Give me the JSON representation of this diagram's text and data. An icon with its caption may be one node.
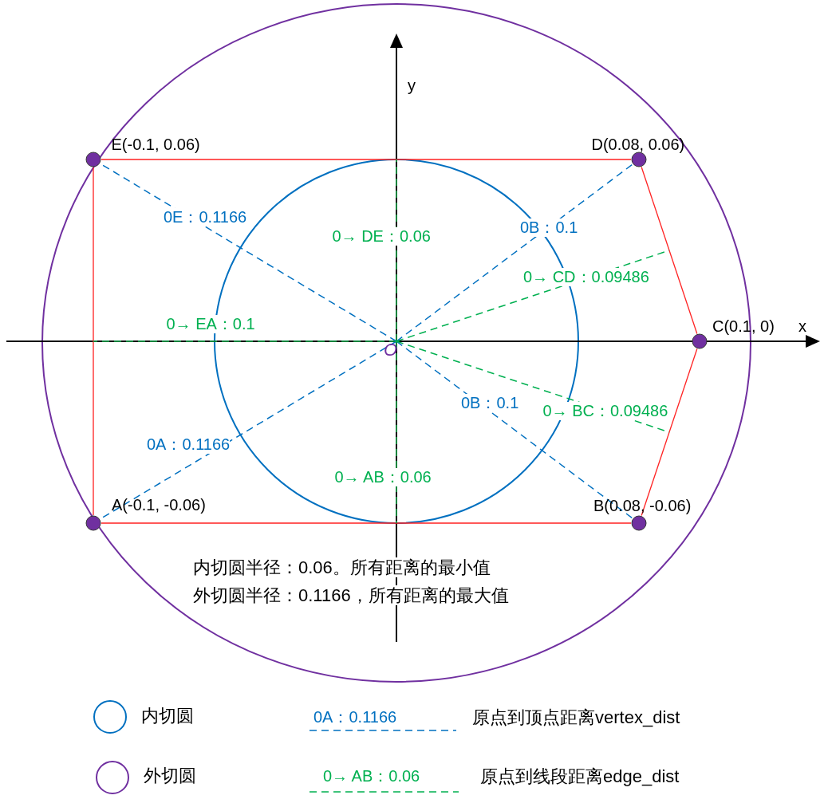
{
  "diagram": {
    "nodes": [
      {
        "text": [],
        "shape": "circle",
        "beside": [
          "E(-0.1, 0.06)"
        ]
      },
      {
        "text": [],
        "shape": "circle",
        "beside": [
          "D(0.08, 0.06)"
        ]
      },
      {
        "text": [],
        "shape": "circle",
        "beside": [
          "C(0.1, 0)"
        ]
      },
      {
        "text": [
          "O"
        ]
      },
      {
        "text": [],
        "shape": "circle",
        "beside": [
          "A(-0.1, -0.06)"
        ]
      },
      {
        "text": [],
        "shape": "circle",
        "beside": [
          "B(0.08, -0.06)"
        ]
      }
    ],
    "edges": [
      {
        "from": 0,
        "to": 1,
        "arrow": "none"
      },
      {
        "from": 1,
        "to": 2,
        "arrow": "none"
      },
      {
        "from": 2,
        "to": 5,
        "arrow": "none"
      },
      {
        "from": 5,
        "to": 4,
        "arrow": "none"
      },
      {
        "from": 4,
        "to": 0,
        "arrow": "none"
      },
      {
        "from": 3,
        "to": 0,
        "arrow": "none",
        "label": "0E：0.1166",
        "style": "dashed",
        "color": "#0070c0"
      },
      {
        "from": 3,
        "to": 1,
        "arrow": "none",
        "label": "0B：0.1",
        "style": "dashed",
        "color": "#0070c0"
      },
      {
        "from": 3,
        "to": 5,
        "arrow": "none",
        "label": "0B：0.1",
        "style": "dashed",
        "color": "#0070c0"
      },
      {
        "from": 3,
        "to": 4,
        "arrow": "none",
        "label": "0A：0.1166",
        "style": "dashed",
        "color": "#0070c0"
      },
      {
        "from": 3,
        "to": null,
        "arrow": "none",
        "label": "0→ DE：0.06",
        "style": "dashed",
        "color": "#00b050"
      },
      {
        "from": 3,
        "to": null,
        "arrow": "none",
        "label": "0→ CD：0.09486",
        "style": "dashed",
        "color": "#00b050"
      },
      {
        "from": 3,
        "to": null,
        "arrow": "none",
        "label": "0→ EA：0.1",
        "style": "dashed",
        "color": "#00b050"
      },
      {
        "from": 3,
        "to": null,
        "arrow": "none",
        "label": "0→ BC：0.09486",
        "style": "dashed",
        "color": "#00b050"
      },
      {
        "from": 3,
        "to": null,
        "arrow": "none",
        "label": "0→ AB：0.06",
        "style": "dashed",
        "color": "#00b050"
      }
    ],
    "labels": [
      "y",
      "x",
      "内切圆半径：0.06。所有距离的最小值",
      "外切圆半径：0.1166，所有距离的最大值",
      "0A：0.1166",
      "0→ AB：0.06"
    ],
    "legend": [
      {
        "text": "内切圆"
      },
      {
        "text": "外切圆"
      },
      {
        "text": "原点到顶点距离vertex_dist"
      },
      {
        "text": "原点到线段距离edge_dist"
      }
    ]
  }
}
